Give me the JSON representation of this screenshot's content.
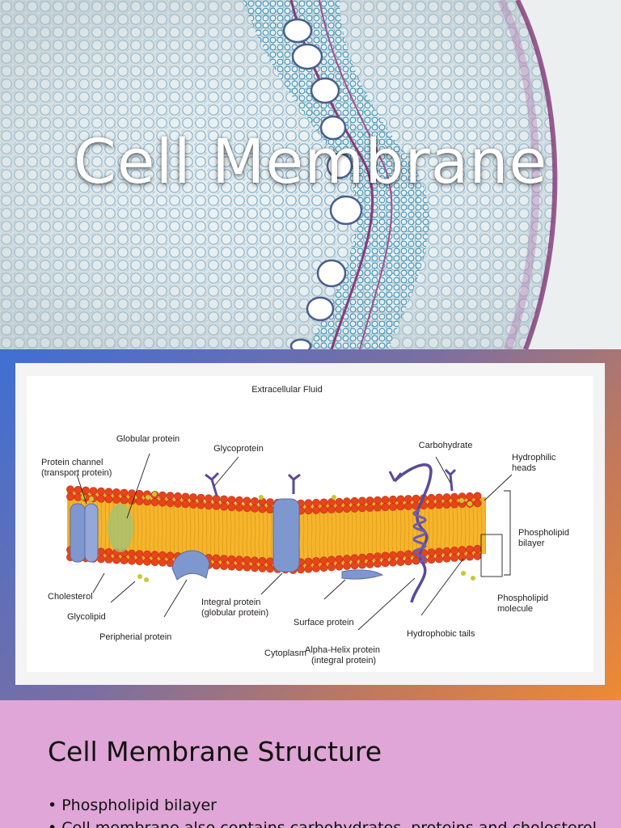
{
  "title_slide": {
    "title": "Cell Membrane"
  },
  "diagram": {
    "top_label": "Extracellular Fluid",
    "bottom_label": "Cytoplasm",
    "labels": {
      "globular_protein": "Globular protein",
      "glycoprotein": "Glycoprotein",
      "carbohydrate": "Carbohydrate",
      "hydrophilic_heads_1": "Hydrophilic",
      "hydrophilic_heads_2": "heads",
      "protein_channel_1": "Protein channel",
      "protein_channel_2": "(transport protein)",
      "phospholipid_bilayer_1": "Phospholipid",
      "phospholipid_bilayer_2": "bilayer",
      "cholesterol": "Cholesterol",
      "glycolipid": "Glycolipid",
      "peripheral_protein": "Peripherial protein",
      "integral_protein_1": "Integral protein",
      "integral_protein_2": "(globular protein)",
      "surface_protein": "Surface protein",
      "alpha_helix_1": "Alpha-Helix protein",
      "alpha_helix_2": "(integral protein)",
      "hydrophobic_tails": "Hydrophobic tails",
      "phospholipid_molecule_1": "Phospholipid",
      "phospholipid_molecule_2": "molecule"
    },
    "colors": {
      "head": "#e8431a",
      "tail": "#f5b52c",
      "protein": "#7f97cf",
      "carbohydrate": "#5a4a9a",
      "glycolipid": "#c8c832"
    }
  },
  "text_slide": {
    "heading": "Cell Membrane Structure",
    "bullets": [
      "Phospholipid bilayer",
      "Cell membrane also contains carbohydrates, proteins and cholesterol"
    ]
  }
}
